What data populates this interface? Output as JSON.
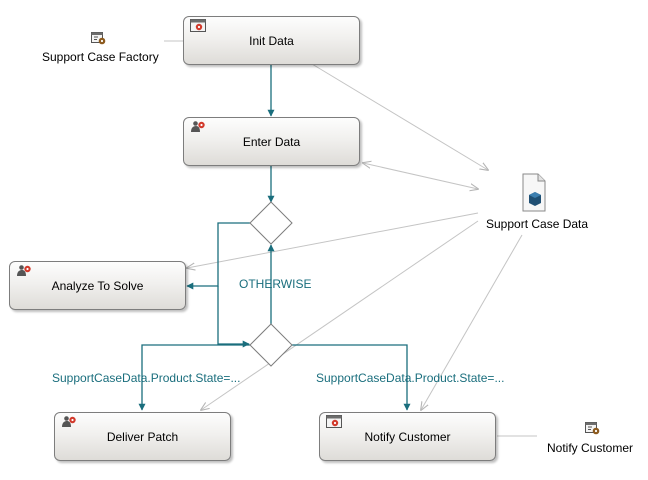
{
  "nodes": {
    "init_data": "Init Data",
    "enter_data": "Enter Data",
    "analyze_to_solve": "Analyze To Solve",
    "deliver_patch": "Deliver Patch",
    "notify_customer": "Notify Customer"
  },
  "external": {
    "support_case_factory": "Support Case Factory",
    "support_case_data": "Support Case Data",
    "notify_customer": "Notify Customer"
  },
  "conditions": {
    "otherwise": "OTHERWISE",
    "left_condition": "SupportCaseData.Product.State=...",
    "right_condition": "SupportCaseData.Product.State=..."
  },
  "icons": {
    "task": "task-icon",
    "human_task": "human-task-icon",
    "factory": "factory-icon",
    "data_document": "document-icon",
    "decision": "diamond-gateway"
  },
  "colors": {
    "flow": "#1a6e7d",
    "association": "#c0c0c0",
    "node_border": "#7d7d7d"
  }
}
